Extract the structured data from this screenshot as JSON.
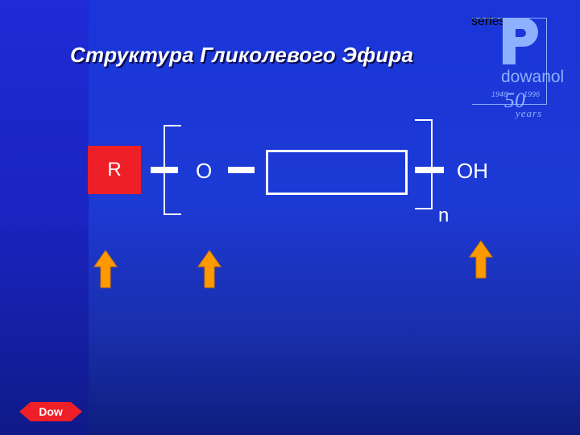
{
  "slide": {
    "title": "Структура Гликолевого Эфира"
  },
  "logo": {
    "series_text": "series",
    "brand_text": "dowanol",
    "year_start": "1946",
    "year_end": "1996",
    "anniversary_number": "50",
    "anniversary_word": "years"
  },
  "formula": {
    "r_label": "R",
    "o_label": "O",
    "oh_label": "OH",
    "n_label": "n"
  },
  "footer": {
    "company_logo_text": "Dow"
  },
  "colors": {
    "background": "#1c3ad6",
    "r_box": "#ee1f27",
    "arrow": "#ff9900",
    "logo_text": "#8db0ff"
  }
}
